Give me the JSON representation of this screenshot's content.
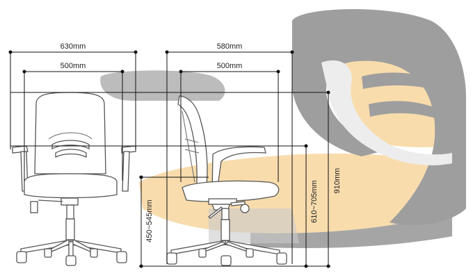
{
  "dimensions": {
    "front_total_width": "630mm",
    "front_seat_width": "500mm",
    "side_total_depth": "580mm",
    "side_seat_depth": "500mm",
    "seat_height_range": "450~545mm",
    "arm_height_range": "610~705mm",
    "total_height": "910mm"
  },
  "colors": {
    "mesh_orange": "#f0b24a",
    "frame_dark": "#2b2b2b",
    "frame_silver": "#cfcfcf",
    "line": "#111111"
  },
  "icons": [
    "chair-front-view-icon",
    "chair-side-view-icon",
    "chair-backrest-closeup-icon"
  ]
}
